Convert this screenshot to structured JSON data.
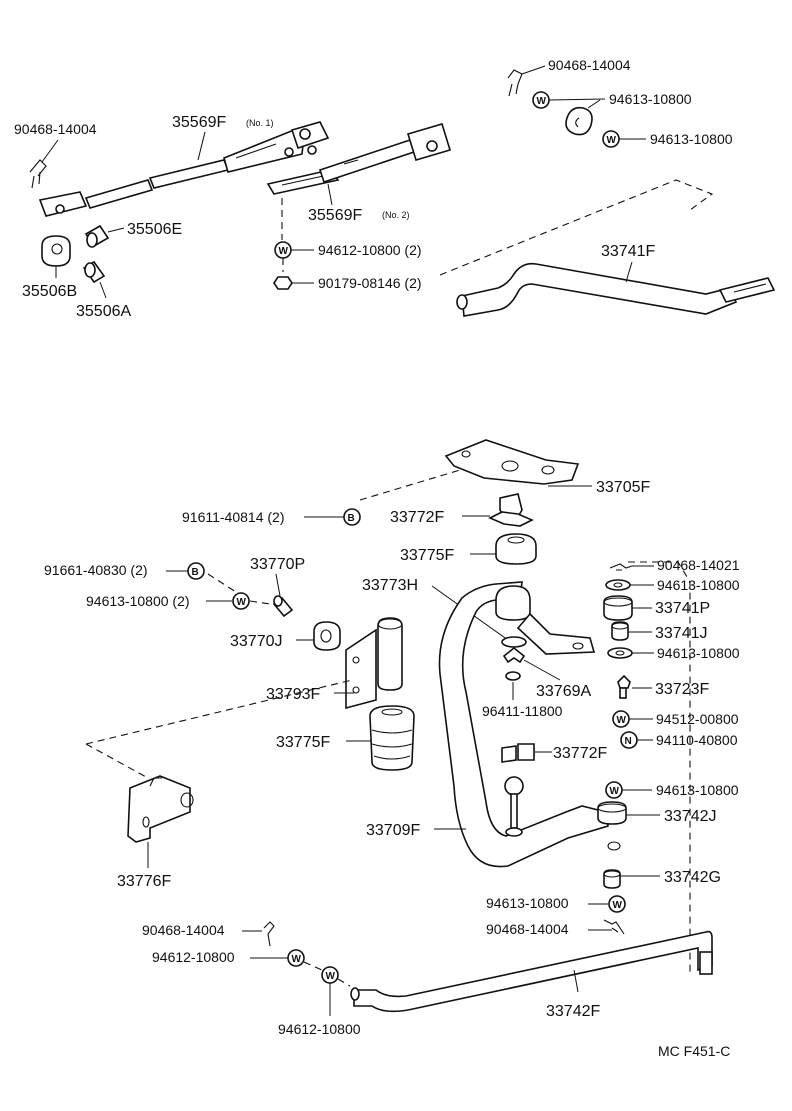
{
  "labels": {
    "p90468_14004_top": "90468-14004",
    "p94613_10800_a": "94613-10800",
    "p94613_10800_b": "94613-10800",
    "p90468_14004_left": "90468-14004",
    "p35569F_no1": "35569F",
    "no1": "(No. 1)",
    "p35569F_no2": "35569F",
    "no2": "(No. 2)",
    "p35506E": "35506E",
    "p35506B": "35506B",
    "p35506A": "35506A",
    "p94612_10800_2": "94612-10800 (2)",
    "p90179_08146_2": "90179-08146 (2)",
    "p33741F": "33741F",
    "p33705F": "33705F",
    "p91611_40814_2": "91611-40814 (2)",
    "p33772F_top": "33772F",
    "p33775F_top": "33775F",
    "p90468_14021": "90468-14021",
    "p94613_10800_c": "94613-10800",
    "p33741P": "33741P",
    "p33741J": "33741J",
    "p94613_10800_d": "94613-10800",
    "p91661_40830_2": "91661-40830 (2)",
    "p33770P": "33770P",
    "p94613_10800_2": "94613-10800 (2)",
    "p33773H": "33773H",
    "p33770J": "33770J",
    "p33793F": "33793F",
    "p33769A": "33769A",
    "p33723F": "33723F",
    "p96411_11800": "96411-11800",
    "p94512_00800": "94512-00800",
    "p94110_40800": "94110-40800",
    "p33775F_mid": "33775F",
    "p33772F_mid": "33772F",
    "p94613_10800_e": "94613-10800",
    "p33742J": "33742J",
    "p33709F": "33709F",
    "p33776F": "33776F",
    "p33742G": "33742G",
    "p94613_10800_f": "94613-10800",
    "p90468_14004_low": "90468-14004",
    "p90468_14004_bl": "90468-14004",
    "p94612_10800_bl": "94612-10800",
    "p33742F": "33742F",
    "p94612_10800_bot": "94612-10800",
    "catalog_code": "MC  F451-C"
  },
  "symbols": {
    "washer": "W",
    "bolt": "B",
    "nut": "N"
  }
}
